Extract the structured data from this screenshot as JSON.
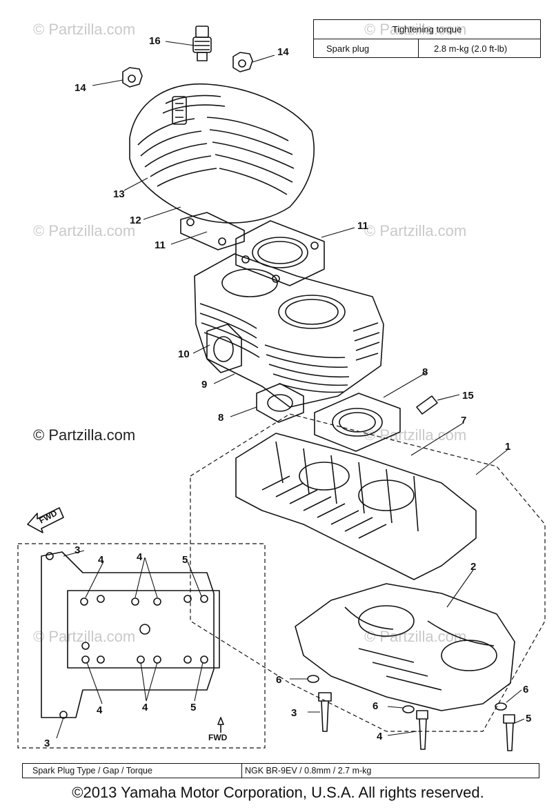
{
  "watermarks": [
    "© Partzilla.com",
    "© Partzilla.com",
    "© Partzilla.com",
    "© Partzilla.com",
    "© Partzilla.com",
    "© Partzilla.com",
    "© Partzilla.com"
  ],
  "watermark_main": "© Partzilla.com",
  "torque_table": {
    "header": "Tightening torque",
    "part": "Spark plug",
    "value": "2.8 m-kg (2.0 ft-lb)"
  },
  "callouts": [
    "16",
    "14",
    "14",
    "13",
    "12",
    "11",
    "11",
    "10",
    "9",
    "8",
    "8",
    "15",
    "7",
    "1",
    "2",
    "3",
    "4",
    "4",
    "5",
    "3",
    "4",
    "4",
    "5",
    "6",
    "6",
    "6",
    "3",
    "4",
    "5"
  ],
  "fwd_labels": [
    "FWD",
    "FWD"
  ],
  "spec_bar": {
    "label": "Spark Plug Type / Gap / Torque",
    "value": "NGK BR-9EV / 0.8mm / 2.7 m-kg"
  },
  "copyright": "©2013 Yamaha Motor Corporation, U.S.A. All rights reserved."
}
